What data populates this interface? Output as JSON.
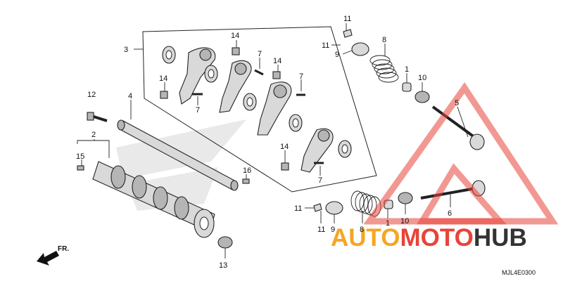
{
  "callouts": [
    {
      "id": "1a",
      "label": "1"
    },
    {
      "id": "1b",
      "label": "1"
    },
    {
      "id": "2",
      "label": "2"
    },
    {
      "id": "3",
      "label": "3"
    },
    {
      "id": "4",
      "label": "4"
    },
    {
      "id": "5",
      "label": "5"
    },
    {
      "id": "6",
      "label": "6"
    },
    {
      "id": "7a",
      "label": "7"
    },
    {
      "id": "7b",
      "label": "7"
    },
    {
      "id": "7c",
      "label": "7"
    },
    {
      "id": "7d",
      "label": "7"
    },
    {
      "id": "8a",
      "label": "8"
    },
    {
      "id": "8b",
      "label": "8"
    },
    {
      "id": "9a",
      "label": "9"
    },
    {
      "id": "9b",
      "label": "9"
    },
    {
      "id": "10a",
      "label": "10"
    },
    {
      "id": "10b",
      "label": "10"
    },
    {
      "id": "11a",
      "label": "11"
    },
    {
      "id": "11b",
      "label": "11"
    },
    {
      "id": "11c",
      "label": "11"
    },
    {
      "id": "11d",
      "label": "11"
    },
    {
      "id": "12",
      "label": "12"
    },
    {
      "id": "13",
      "label": "13"
    },
    {
      "id": "14a",
      "label": "14"
    },
    {
      "id": "14b",
      "label": "14"
    },
    {
      "id": "14c",
      "label": "14"
    },
    {
      "id": "14d",
      "label": "14"
    },
    {
      "id": "15",
      "label": "15"
    },
    {
      "id": "16",
      "label": "16"
    }
  ],
  "direction": {
    "label": "FR."
  },
  "diagram_code": "MJL4E0300",
  "watermark": {
    "part1": "AUTO",
    "part2": "MOTO",
    "part3": "HUB",
    "color1": "#f5a623",
    "color2": "#e8433a",
    "color3": "#333333"
  },
  "colors": {
    "line": "#222222",
    "part": "#d9d9d9",
    "watermark_red": "#e8433a"
  }
}
